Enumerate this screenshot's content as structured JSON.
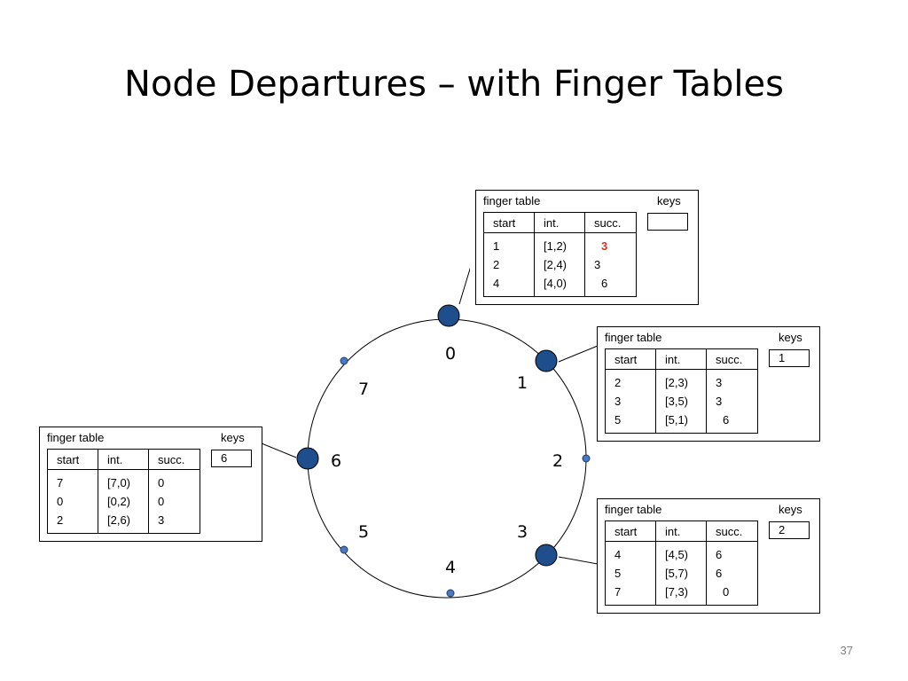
{
  "title": "Node Departures – with Finger Tables",
  "page_number": "37",
  "ring": {
    "labels": [
      "0",
      "1",
      "2",
      "3",
      "4",
      "5",
      "6",
      "7"
    ]
  },
  "tables": {
    "node0": {
      "header": "finger table",
      "keys_header": "keys",
      "keys": "",
      "cols": [
        "start",
        "int.",
        "succ."
      ],
      "start": [
        "1",
        "2",
        "4"
      ],
      "int": [
        "[1,2)",
        "[2,4)",
        "[4,0)"
      ],
      "succ": [
        "3",
        "3",
        "6"
      ]
    },
    "node1": {
      "header": "finger table",
      "keys_header": "keys",
      "keys": "1",
      "cols": [
        "start",
        "int.",
        "succ."
      ],
      "start": [
        "2",
        "3",
        "5"
      ],
      "int": [
        "[2,3)",
        "[3,5)",
        "[5,1)"
      ],
      "succ": [
        "3",
        "3",
        "6"
      ]
    },
    "node3": {
      "header": "finger table",
      "keys_header": "keys",
      "keys": "2",
      "cols": [
        "start",
        "int.",
        "succ."
      ],
      "start": [
        "4",
        "5",
        "7"
      ],
      "int": [
        "[4,5)",
        "[5,7)",
        "[7,3)"
      ],
      "succ": [
        "6",
        "6",
        "0"
      ]
    },
    "node6": {
      "header": "finger table",
      "keys_header": "keys",
      "keys": "6",
      "cols": [
        "start",
        "int.",
        "succ."
      ],
      "start": [
        "7",
        "0",
        "2"
      ],
      "int": [
        "[7,0)",
        "[0,2)",
        "[2,6)"
      ],
      "succ": [
        "0",
        "0",
        "3"
      ]
    }
  },
  "colors": {
    "node_fill": "#1f4e8c",
    "highlight": "#e0301e"
  }
}
